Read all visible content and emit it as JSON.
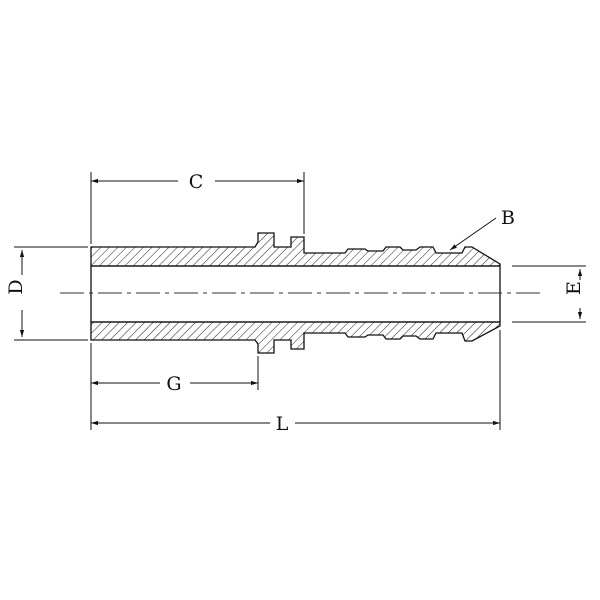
{
  "diagram": {
    "labels": {
      "C": "C",
      "B": "B",
      "D": "D",
      "E": "E",
      "G": "G",
      "L": "L"
    },
    "colors": {
      "ink": "#111111",
      "background": "#ffffff"
    }
  }
}
